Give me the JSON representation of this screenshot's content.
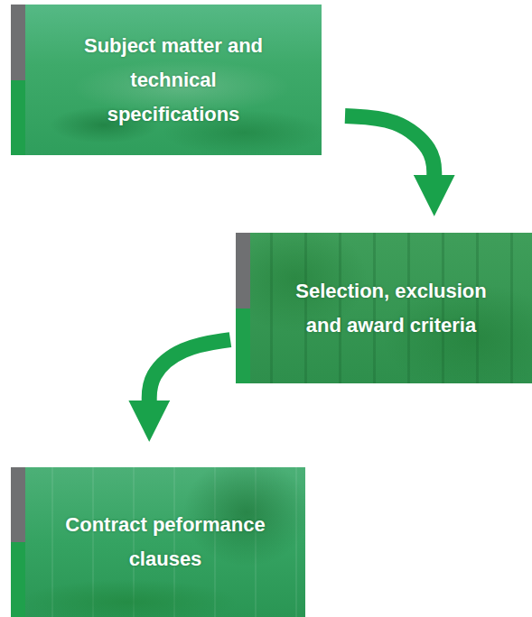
{
  "diagram": {
    "nodes": [
      {
        "text": [
          "Subject matter and technical specifications"
        ]
      },
      {
        "text": [
          "Selection, exclusion and award criteria"
        ]
      },
      {
        "text": [
          "Contract peformance clauses"
        ]
      }
    ],
    "edges": [
      {
        "from": 0,
        "to": 1,
        "arrow": "to"
      },
      {
        "from": 1,
        "to": 2,
        "arrow": "to"
      }
    ]
  }
}
